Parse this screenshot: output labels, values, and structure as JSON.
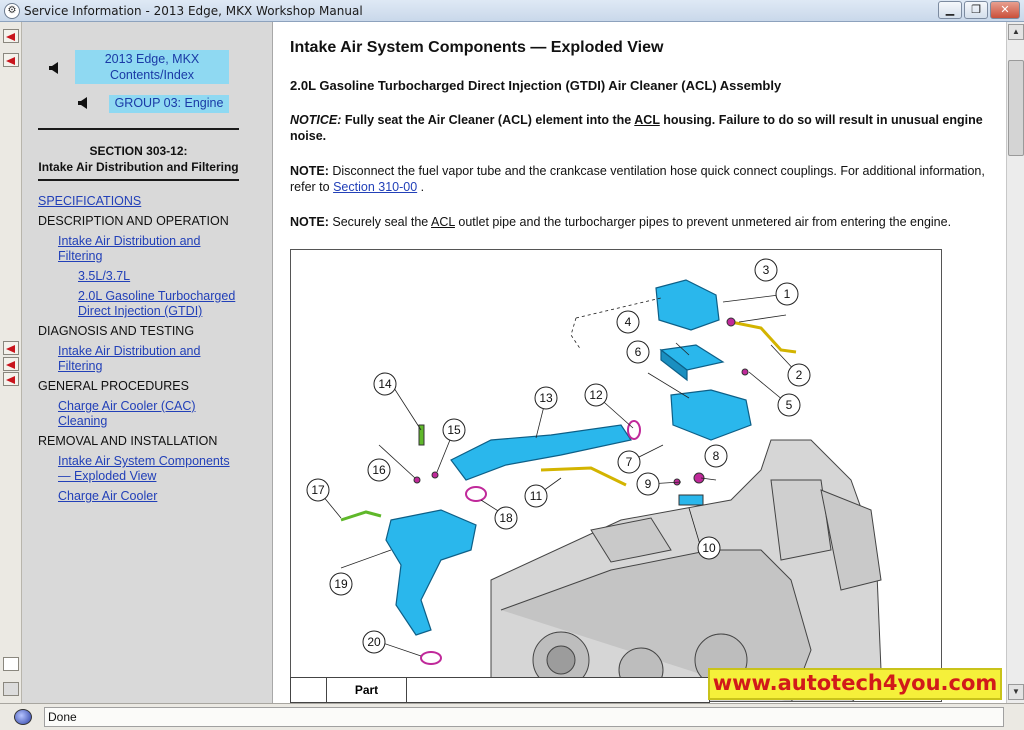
{
  "window": {
    "title": "Service Information - 2013 Edge, MKX Workshop Manual",
    "minimize_glyph": "▁",
    "maximize_glyph": "❐",
    "close_glyph": "✕"
  },
  "nav": {
    "contents_link": "2013 Edge, MKX Contents/Index",
    "group_link": "GROUP 03: Engine",
    "section_number": "SECTION 303-12:",
    "section_title": "Intake Air Distribution and Filtering",
    "items": [
      {
        "label": "SPECIFICATIONS",
        "link": true
      },
      {
        "label": "DESCRIPTION AND OPERATION",
        "link": false
      },
      {
        "label": "Intake Air Distribution and Filtering",
        "link": true
      },
      {
        "label": "3.5L/3.7L",
        "link": true
      },
      {
        "label": "2.0L Gasoline Turbocharged Direct Injection (GTDI)",
        "link": true
      },
      {
        "label": "DIAGNOSIS AND TESTING",
        "link": false
      },
      {
        "label": "Intake Air Distribution and Filtering",
        "link": true
      },
      {
        "label": "GENERAL PROCEDURES",
        "link": false
      },
      {
        "label": "Charge Air Cooler (CAC) Cleaning",
        "link": true
      },
      {
        "label": "REMOVAL AND INSTALLATION",
        "link": false
      },
      {
        "label": "Intake Air System Components — Exploded View",
        "link": true
      },
      {
        "label": "Charge Air Cooler",
        "link": true
      }
    ]
  },
  "content": {
    "heading": "Intake Air System Components — Exploded View",
    "subheading": "2.0L Gasoline Turbocharged Direct Injection (GTDI) Air Cleaner (ACL) Assembly",
    "notice_label": "NOTICE:",
    "notice_text_1": " Fully seat the Air Cleaner (ACL) element into the ",
    "notice_acl": "ACL",
    "notice_text_2": " housing. Failure to do so will result in unusual engine noise.",
    "note1_label": "NOTE:",
    "note1_text": " Disconnect the fuel vapor tube and the crankcase ventilation hose quick connect couplings. For additional information, refer to ",
    "note1_link": "Section 310-00",
    "note1_end": " .",
    "note2_label": "NOTE:",
    "note2_text_1": " Securely seal the ",
    "note2_acl": "ACL",
    "note2_text_2": " outlet pipe and the turbocharger pipes to prevent unmetered air from entering the engine.",
    "figure_id": "N0129777",
    "callouts": [
      "1",
      "2",
      "3",
      "4",
      "5",
      "6",
      "7",
      "8",
      "9",
      "10",
      "11",
      "12",
      "13",
      "14",
      "15",
      "16",
      "17",
      "18",
      "19",
      "20"
    ],
    "table_header_part": "Part"
  },
  "watermark": "www.autotech4you.com",
  "status": {
    "text": "Done"
  },
  "colors": {
    "component_blue": "#2ab7ec",
    "nav_link_box": "#8fd9f2",
    "link": "#2240b8",
    "watermark_bg": "#f5f03a",
    "watermark_text": "#d11a1a"
  }
}
